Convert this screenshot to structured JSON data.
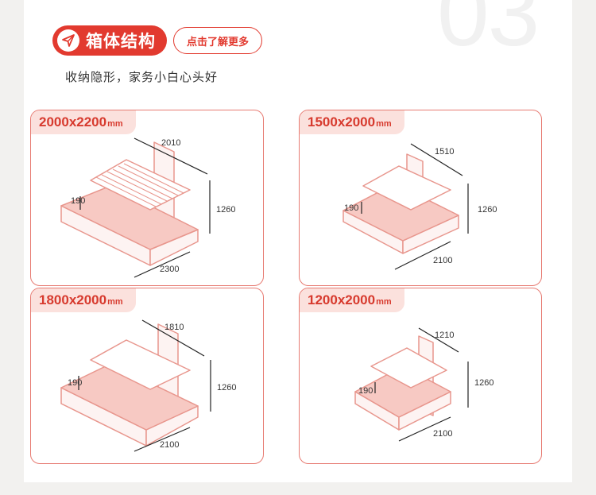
{
  "header": {
    "bignum": "03",
    "title": "箱体结构",
    "learn_more": "点击了解更多",
    "subtitle": "收纳隐形，家务小白心头好"
  },
  "colors": {
    "accent": "#e23a2f",
    "tag_bg": "#fbe1dd",
    "bed": "#e8968d"
  },
  "icons": {
    "brand": "paper-plane-icon"
  },
  "cards": [
    {
      "size": "2000x2200",
      "unit": "mm",
      "width": "2010",
      "height": "1260",
      "length": "2300",
      "storage": "190"
    },
    {
      "size": "1500x2000",
      "unit": "mm",
      "width": "1510",
      "height": "1260",
      "length": "2100",
      "storage": "190"
    },
    {
      "size": "1800x2000",
      "unit": "mm",
      "width": "1810",
      "height": "1260",
      "length": "2100",
      "storage": "190"
    },
    {
      "size": "1200x2000",
      "unit": "mm",
      "width": "1210",
      "height": "1260",
      "length": "2100",
      "storage": "190"
    }
  ]
}
